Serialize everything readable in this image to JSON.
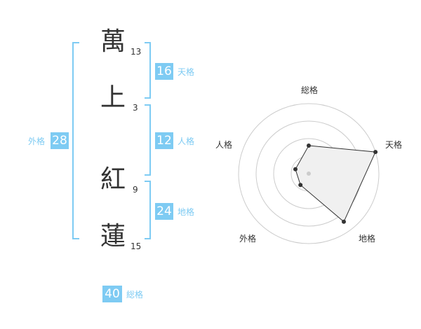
{
  "name_chars": [
    {
      "char": "萬",
      "strokes": "13"
    },
    {
      "char": "上",
      "strokes": "3"
    },
    {
      "char": "紅",
      "strokes": "9"
    },
    {
      "char": "蓮",
      "strokes": "15"
    }
  ],
  "kaku": {
    "tenkaku": {
      "value": "16",
      "label": "天格"
    },
    "jinkaku": {
      "value": "12",
      "label": "人格"
    },
    "chikaku": {
      "value": "24",
      "label": "地格"
    },
    "gaikaku": {
      "value": "28",
      "label": "外格"
    },
    "soukaku": {
      "value": "40",
      "label": "総格"
    }
  },
  "chart_data": {
    "type": "radar",
    "axes": [
      "総格",
      "天格",
      "地格",
      "外格",
      "人格"
    ],
    "values": [
      0.4,
      1.0,
      0.85,
      0.2,
      0.2
    ],
    "rings": 4,
    "fill_color": "#f0f0f0",
    "stroke_color": "#333333"
  }
}
